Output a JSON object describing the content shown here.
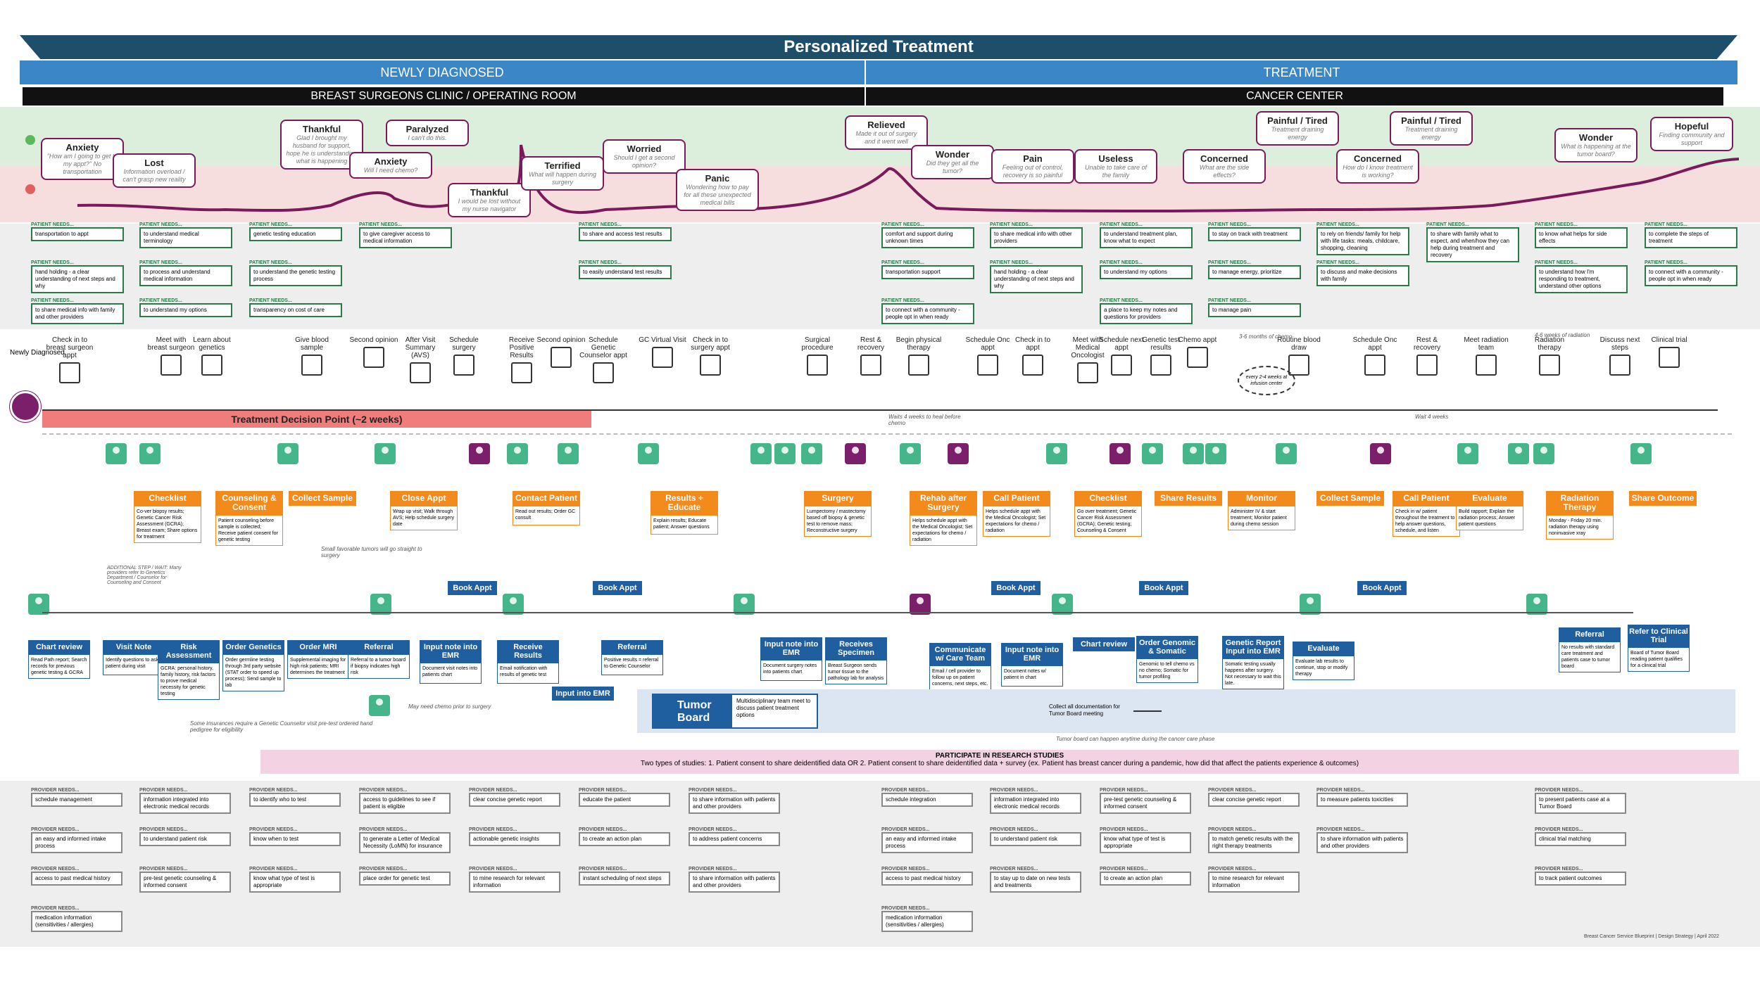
{
  "header": {
    "title": "Personalized Treatment",
    "phase_left": "NEWLY DIAGNOSED",
    "phase_right": "TREATMENT",
    "location_left": "BREAST SURGEONS CLINIC / OPERATING ROOM",
    "location_right": "CANCER CENTER"
  },
  "emotions": [
    {
      "label": "Anxiety",
      "sub": "\"How am I going to get to my appt?\" No transportation"
    },
    {
      "label": "Lost",
      "sub": "Information overload / can't grasp new reality"
    },
    {
      "label": "Thankful",
      "sub": "Glad I brought my husband for support, hope he is understanding what is happening"
    },
    {
      "label": "Paralyzed",
      "sub": "I can't do this."
    },
    {
      "label": "Anxiety",
      "sub": "Will I need chemo?"
    },
    {
      "label": "Thankful",
      "sub": "I would be lost without my nurse navigator"
    },
    {
      "label": "Terrified",
      "sub": "What will happen during surgery"
    },
    {
      "label": "Worried",
      "sub": "Should I get a second opinion?"
    },
    {
      "label": "Panic",
      "sub": "Wondering how to pay for all these unexpected medical bills"
    },
    {
      "label": "Relieved",
      "sub": "Made it out of surgery and it went well"
    },
    {
      "label": "Wonder",
      "sub": "Did they get all the tumor?"
    },
    {
      "label": "Pain",
      "sub": "Feeling out of control, recovery is so painful"
    },
    {
      "label": "Useless",
      "sub": "Unable to take care of the family"
    },
    {
      "label": "Concerned",
      "sub": "What are the side effects?"
    },
    {
      "label": "Painful / Tired",
      "sub": "Treatment draining energy"
    },
    {
      "label": "Concerned",
      "sub": "How do I know treatment is working?"
    },
    {
      "label": "Painful / Tired",
      "sub": "Treatment draining energy"
    },
    {
      "label": "Wonder",
      "sub": "What is happening at the tumor board?"
    },
    {
      "label": "Hopeful",
      "sub": "Finding community and support"
    }
  ],
  "patient_needs_header": "PATIENT NEEDS...",
  "patient_needs": [
    "transportation to appt",
    "hand holding - a clear understanding of next steps and why",
    "to share medical info with family and other providers",
    "to understand medical terminology",
    "to process and understand medical information",
    "to understand my options",
    "genetic testing education",
    "to understand the genetic testing process",
    "transparency on cost of care",
    "to give caregiver access to medical information",
    "to share and access test results",
    "to easily understand test results",
    "comfort and support during unknown times",
    "transportation support",
    "to connect with a community - people opt in when ready",
    "to share medical info with other providers",
    "hand holding - a clear understanding of next steps and why",
    "to understand treatment plan, know what to expect",
    "to understand my options",
    "a place to keep my notes and questions for providers",
    "to stay on track with treatment",
    "to manage energy, prioritize",
    "to manage pain",
    "to rely on friends/ family for help with life tasks: meals, childcare, shopping, cleaning",
    "to discuss and make decisions with family",
    "to share with family what to expect, and when/how they can help during treatment and recovery",
    "to know what helps for side effects",
    "to understand how I'm responding to treatment, understand other options",
    "to complete the steps of treatment",
    "to connect with a community - people opt in when ready"
  ],
  "steps": [
    "Check in to breast surgeon appt",
    "Meet with breast surgeon",
    "Learn about genetics",
    "Give blood sample",
    "Second opinion",
    "After Visit Summary (AVS)",
    "Schedule surgery",
    "Receive Positive Results",
    "Second opinion",
    "Schedule Genetic Counselor appt",
    "GC Virtual Visit",
    "Check in to surgery appt",
    "Surgical procedure",
    "Rest & recovery",
    "Begin physical therapy",
    "Schedule Onc appt",
    "Check in to appt",
    "Meet with Medical Oncologist",
    "Schedule next appt",
    "Genetic test results",
    "Chemo appt",
    "Routine blood draw",
    "Schedule Onc appt",
    "Rest & recovery",
    "Meet radiation team",
    "Radiation therapy",
    "Discuss next steps",
    "Clinical trial"
  ],
  "patient_label": "Newly Diagnosed",
  "decision_point": "Treatment Decision Point (~2 weeks)",
  "timeline_notes": {
    "heal": "Waits 4 weeks to heal before chemo",
    "chemo_months": "3-6 months of chemo",
    "radiation_weeks": "4-6 weeks of radiation",
    "wait": "Wait 4 weeks",
    "infusion": "every 2-4 weeks at infusion center"
  },
  "actions": [
    {
      "title": "Checklist",
      "desc": "Co-ver biopsy results; Genetic Cancer Risk Assessment (GCRA); Breast exam; Share options for treatment"
    },
    {
      "title": "Counseling & Consent",
      "desc": "Patient counseling before sample is collected; Receive patient consent for genetic testing"
    },
    {
      "title": "Collect Sample",
      "desc": ""
    },
    {
      "title": "Close Appt",
      "desc": "Wrap up visit; Walk through AVS; Help schedule surgery date"
    },
    {
      "title": "Contact Patient",
      "desc": "Read out results; Order GC consult"
    },
    {
      "title": "Results + Educate",
      "desc": "Explain results; Educate patient; Answer questions"
    },
    {
      "title": "Surgery",
      "desc": "Lumpectomy / mastectomy based off biopsy & genetic test to remove mass; Reconstructive surgery"
    },
    {
      "title": "Rehab after Surgery",
      "desc": "Helps schedule appt with the Medical Oncologist; Set expectations for chemo / radiation"
    },
    {
      "title": "Call Patient",
      "desc": "Helps schedule appt with the Medical Oncologist; Set expectations for chemo / radiation"
    },
    {
      "title": "Checklist",
      "desc": "Go over treatment; Genetic Cancer Risk Assessment (GCRA); Genetic testing; Counseling & Consent"
    },
    {
      "title": "Share Results",
      "desc": ""
    },
    {
      "title": "Monitor",
      "desc": "Administer IV & start treatment; Monitor patient during chemo session"
    },
    {
      "title": "Collect Sample",
      "desc": ""
    },
    {
      "title": "Call Patient",
      "desc": "Check in w/ patient throughout the treatment to help answer questions, schedule, and listen"
    },
    {
      "title": "Evaluate",
      "desc": "Build rapport; Explain the radiation process; Answer patient questions"
    },
    {
      "title": "Radiation Therapy",
      "desc": "Monday - Friday 20 min. radiation therapy using noninvasive xray"
    },
    {
      "title": "Share Outcome",
      "desc": ""
    }
  ],
  "book_label": "Book Appt",
  "systems": [
    {
      "title": "Chart review",
      "desc": "Read Path report; Search records for previous genetic testing & GCRA"
    },
    {
      "title": "Visit Note",
      "desc": "Identify questions to ask patient during visit"
    },
    {
      "title": "Risk Assessment",
      "desc": "GCRA: personal history, family history, risk factors to prove medical necessity for genetic testing"
    },
    {
      "title": "Order Genetics",
      "desc": "Order germline testing through 3rd party website (STAT order to speed up process); Send sample to lab"
    },
    {
      "title": "Order MRI",
      "desc": "Supplemental imaging for high risk patients; MRI determines the treatment"
    },
    {
      "title": "Referral",
      "desc": "Referral to a tumor board if biopsy indicates high risk"
    },
    {
      "title": "Input note into EMR",
      "desc": "Document visit notes into patients chart"
    },
    {
      "title": "Receive Results",
      "desc": "Email notification with results of genetic test"
    },
    {
      "title": "Referral",
      "desc": "Positive results = referral to Genetic Counselor"
    },
    {
      "title": "Input note into EMR",
      "desc": "Document surgery notes into patients chart"
    },
    {
      "title": "Receives Specimen",
      "desc": "Breast Surgeon sends tumor tissue to the pathology lab for analysis"
    },
    {
      "title": "Communicate w/ Care Team",
      "desc": "Email / cell provider to follow up on patient concerns, next steps, etc."
    },
    {
      "title": "Input note into EMR",
      "desc": "Document notes w/ patient in chart"
    },
    {
      "title": "Chart review",
      "desc": ""
    },
    {
      "title": "Order Genomic & Somatic",
      "desc": "Genomic to tell chemo vs no chemo; Somatic for tumor profiling"
    },
    {
      "title": "Genetic Report Input into EMR",
      "desc": "Somatic testing usually happens after surgery. Not necessary to wait this late."
    },
    {
      "title": "Evaluate",
      "desc": "Evaluate lab results to continue, stop or modify therapy"
    },
    {
      "title": "Referral",
      "desc": "No results with standard care treatment and patients case to tumor board"
    },
    {
      "title": "Refer to Clinical Trial",
      "desc": "Board of Tumor Board reading patient qualifies for a clinical trial"
    },
    {
      "title": "Input into EMR",
      "desc": ""
    }
  ],
  "tumor_board": {
    "title": "Tumor Board",
    "desc": "Multidisciplinary team meet to discuss patient treatment options",
    "collect": "Collect all documentation for Tumor Board meeting",
    "note": "Tumor board can happen anytime during the cancer care phase"
  },
  "misc_notes": {
    "gc_referral": "Some insurances require a Genetic Counselor visit pre-test ordered hand pedigree for eligibility",
    "chemo_prior": "May need chemo prior to surgery",
    "small_tumors": "Small favorable tumors will go straight to surgery",
    "additional_step": "ADDITIONAL STEP / WAIT: Many providers refer to Genetics Department / Counselor for Counseling and Consent"
  },
  "research": {
    "title": "PARTICIPATE IN RESEARCH STUDIES",
    "body": "Two types of studies: 1. Patient consent to share deidentified data  OR 2. Patient consent to share deidentified data + survey (ex. Patient has breast cancer during a pandemic, how did that affect the patients experience & outcomes)"
  },
  "provider_needs_header": "PROVIDER NEEDS...",
  "provider_needs": [
    "schedule management",
    "an easy and informed intake process",
    "access to past medical history",
    "medication information (sensitivities / allergies)",
    "information integrated into electronic medical records",
    "to understand patient risk",
    "pre-test genetic counseling & informed consent",
    "to identify who to test",
    "know when to test",
    "know what type of test is appropriate",
    "access to guidelines to see if patient is eligible",
    "to generate a Letter of Medical Necessity (LoMN) for insurance",
    "place order for genetic test",
    "clear concise genetic report",
    "actionable genetic insights",
    "to mine research for relevant information",
    "educate the patient",
    "to create an action plan",
    "instant scheduling of next steps",
    "to share information with patients and other providers",
    "to address patient concerns",
    "to share information with patients and other providers",
    "schedule integration",
    "an easy and informed intake process",
    "access to past medical history",
    "medication information (sensitivities / allergies)",
    "information integrated into electronic medical records",
    "to understand patient risk",
    "to stay up to date on new tests and treatments",
    "pre-test genetic counseling & informed consent",
    "know what type of test is appropriate",
    "to create an action plan",
    "clear concise genetic report",
    "to match genetic results with the right therapy treatments",
    "to mine research for relevant information",
    "to measure patients toxicities",
    "to share information with patients and other providers",
    "to present patients case at a Tumor Board",
    "clinical trial matching",
    "to track patient outcomes"
  ],
  "footer": "Breast Cancer Service Blueprint | Design Strategy | April 2022",
  "colors": {
    "title_banner": "#1f4e6b",
    "phase_banner": "#3b86c6",
    "location_banner": "#111111",
    "positive_band": "#dcefdc",
    "negative_band": "#f6dede",
    "needs_band": "#eeeeee",
    "curve": "#7a1a5c",
    "action": "#f28a1c",
    "system": "#1f5fa0",
    "decision": "#f07c7c",
    "research": "#f3d3e3"
  }
}
